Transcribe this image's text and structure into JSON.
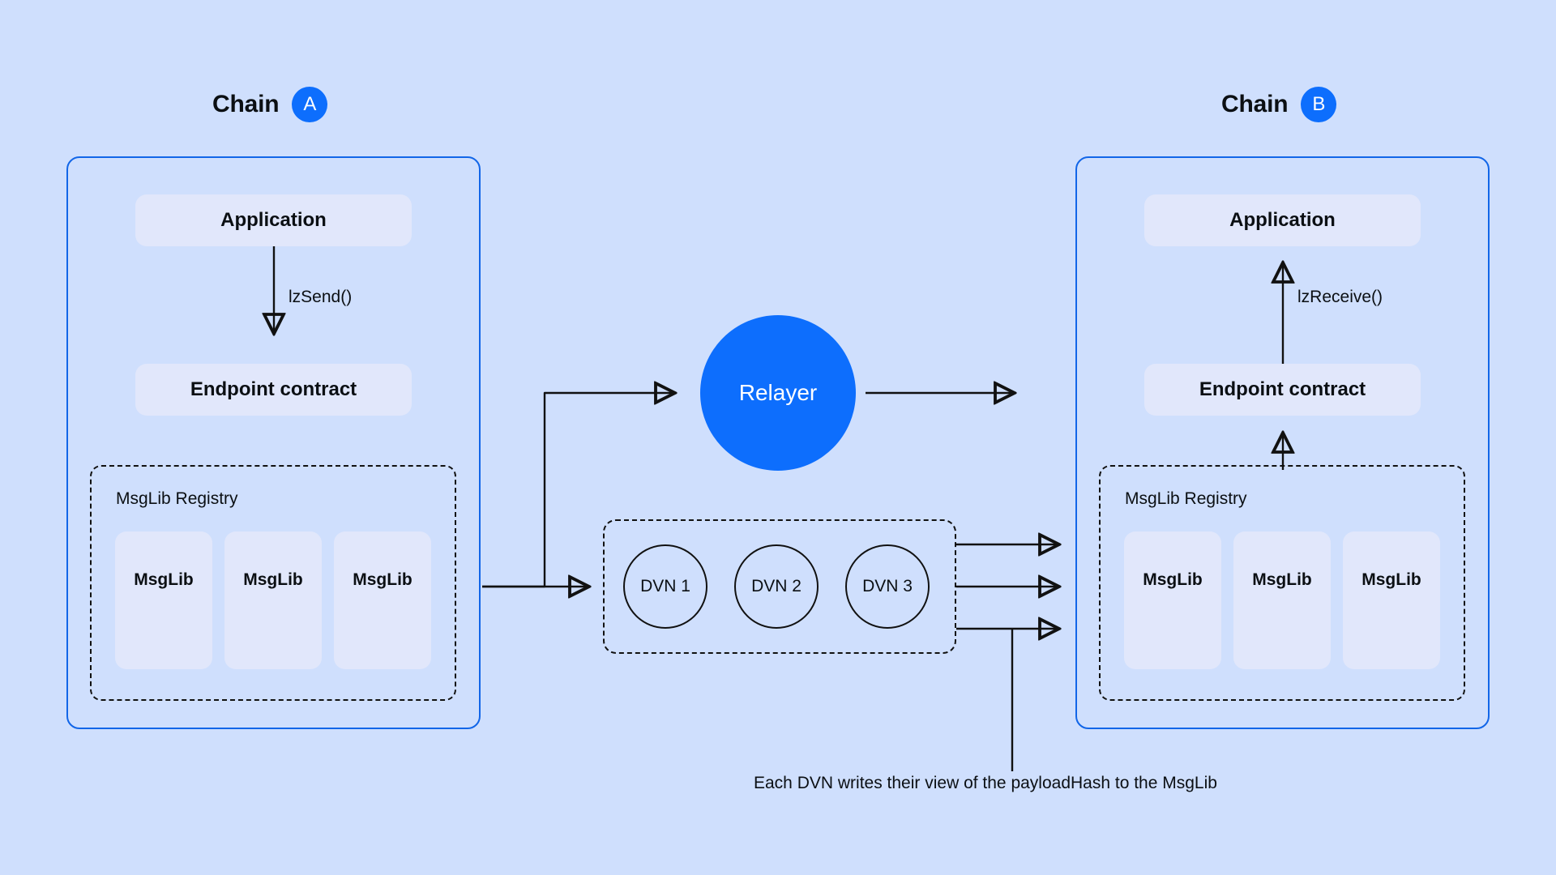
{
  "canvas": {
    "background_color": "#cfdffd",
    "accent_color": "#0d6efd",
    "panel_border_color": "#1266e8",
    "block_fill_color": "#e1e7fb",
    "line_color": "#111111"
  },
  "chains": [
    {
      "id": "a",
      "header_label": "Chain",
      "badge_label": "A",
      "application_label": "Application",
      "endpoint_label": "Endpoint contract",
      "registry_label": "MsgLib Registry",
      "msglibs": [
        "MsgLib",
        "MsgLib",
        "MsgLib"
      ],
      "flow_label": "lzSend()"
    },
    {
      "id": "b",
      "header_label": "Chain",
      "badge_label": "B",
      "application_label": "Application",
      "endpoint_label": "Endpoint contract",
      "registry_label": "MsgLib Registry",
      "msglibs": [
        "MsgLib",
        "MsgLib",
        "MsgLib"
      ],
      "flow_label": "lzReceive()"
    }
  ],
  "relayer": {
    "label": "Relayer"
  },
  "dvn_group": {
    "nodes": [
      "DVN 1",
      "DVN 2",
      "DVN 3"
    ]
  },
  "caption": {
    "text": "Each DVN writes their view of the payloadHash to the MsgLib"
  }
}
